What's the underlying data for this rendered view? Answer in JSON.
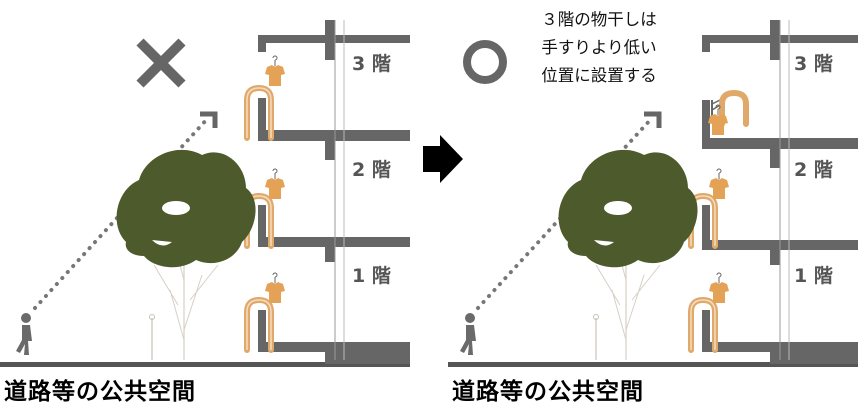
{
  "left_panel": {
    "verdict_symbol": "×",
    "floor_labels": [
      "3 階",
      "2 階",
      "1 階"
    ],
    "caption": "道路等の公共空間"
  },
  "right_panel": {
    "verdict_symbol": "○",
    "note_lines": [
      "３階の物干しは",
      "手すりより低い",
      "位置に設置する"
    ],
    "floor_labels": [
      "3 階",
      "2 階",
      "1 階"
    ],
    "caption": "道路等の公共空間"
  },
  "arrow": {
    "icon": "right-arrow-icon"
  },
  "colors": {
    "building": "#666666",
    "ground": "#555555",
    "tree_foliage": "#4c5a2c",
    "handrail": "#e0a96a",
    "laundry": "#e3a256",
    "person": "#6a6a6a",
    "verdict_x": "#666666"
  }
}
